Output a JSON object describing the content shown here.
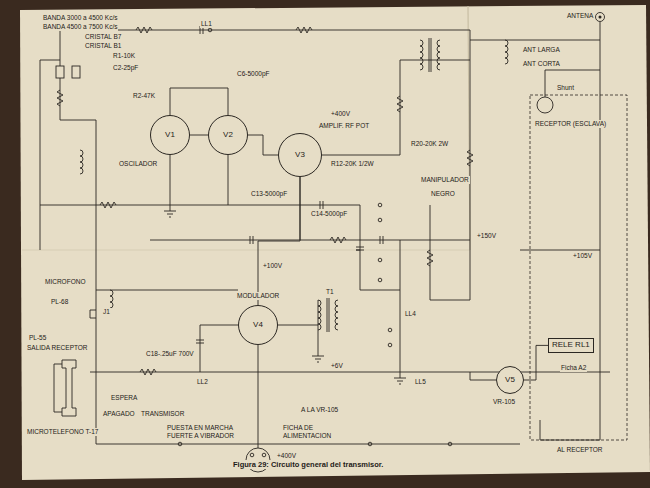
{
  "diagram": {
    "caption": "Figura 29: Circuito general del transmisor.",
    "nodes": [
      {
        "text": [
          "V1"
        ]
      },
      {
        "text": [
          "V2"
        ]
      },
      {
        "text": [
          "V3"
        ]
      },
      {
        "text": [
          "V4"
        ]
      },
      {
        "text": [
          "V5"
        ]
      },
      {
        "text": [
          "RELE RL1"
        ]
      }
    ],
    "edges": [
      {
        "from": 0,
        "to": 1,
        "arrow": "none"
      },
      {
        "from": 1,
        "to": 2,
        "arrow": "none"
      },
      {
        "from": 3,
        "to": 2,
        "arrow": "none"
      },
      {
        "from": 4,
        "to": 5,
        "arrow": "none"
      }
    ],
    "labels": [
      "BANDA 3000 a 4500 Kc/s",
      "BANDA 4500 a 7500 Kc/s",
      "CRISTAL B7",
      "CRISTAL B1",
      "R1-10K",
      "C2-25pF",
      "LL1",
      "R2-47K",
      "OSCILADOR",
      "C6-5000pF",
      "AMPLIF. RF POT",
      "+400V",
      "R12-20K 1/2W",
      "R20-20K 2W",
      "C13-5000pF",
      "C14-5000pF",
      "ANTENA",
      "ANT LARGA",
      "ANT CORTA",
      "Shunt",
      "RECEPTOR (ESCLAVA)",
      "MANIPULADOR",
      "NEGRO",
      "+150V",
      "+105V",
      "MODULADOR",
      "+100V",
      "C18-.25uF 700V",
      "T1",
      "MICROFONO",
      "PL-68",
      "J1",
      "PL-55",
      "SALIDA RECEPTOR",
      "ESPERA",
      "APAGADO",
      "TRANSMISOR",
      "PUESTA EN MARCHA FUERTE A VIBRADOR",
      "FICHA DE ALIMENTACION",
      "A LA VR-105",
      "+400V",
      "+6V",
      "LL4",
      "LL2",
      "LL5",
      "VR-105",
      "Ficha A2",
      "AL RECEPTOR",
      "MICROTELEFONO T-17"
    ]
  }
}
